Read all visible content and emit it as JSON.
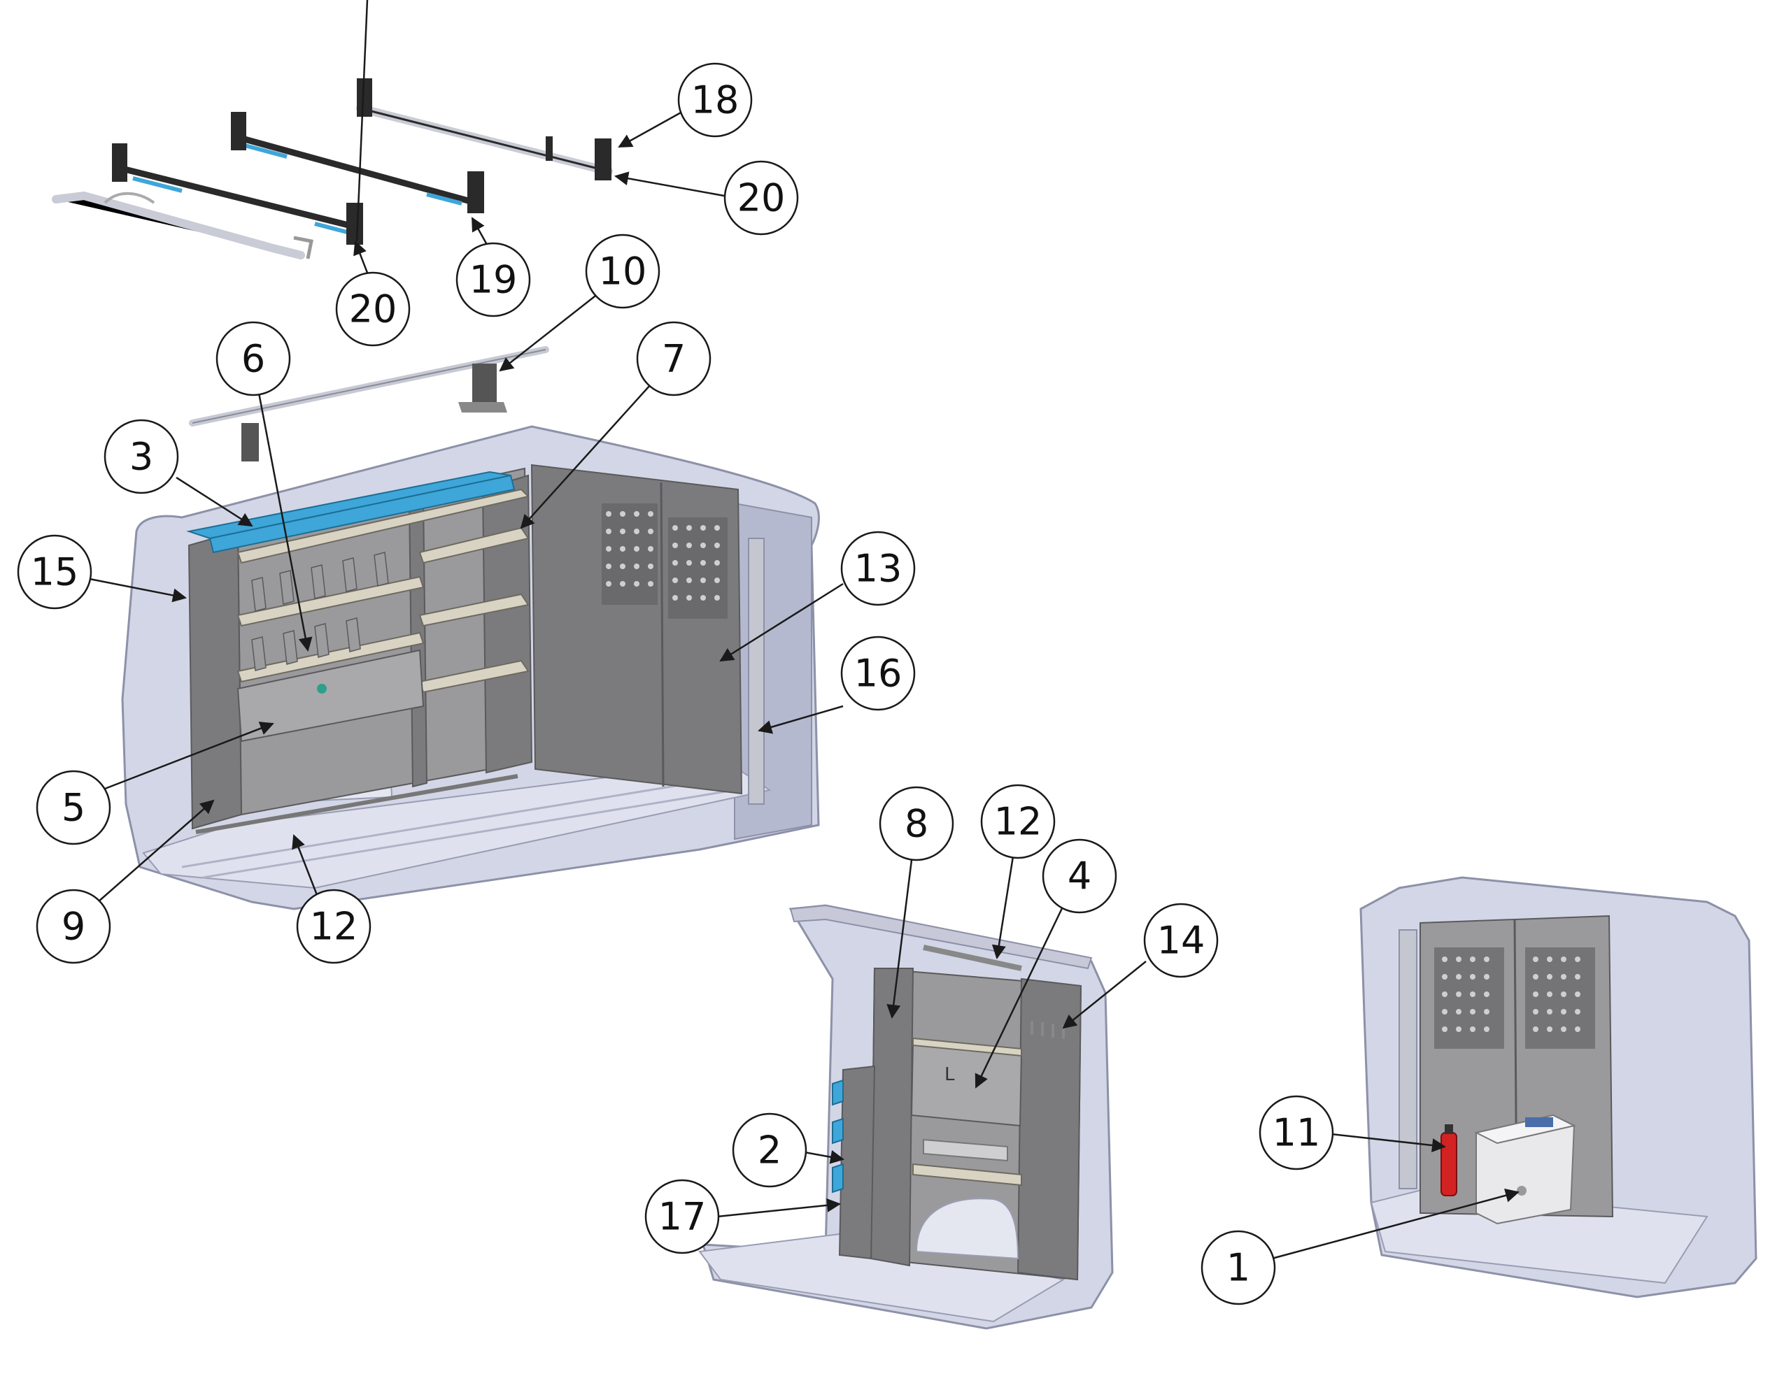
{
  "callouts": {
    "c1": "1",
    "c2": "2",
    "c3": "3",
    "c4": "4",
    "c5": "5",
    "c6": "6",
    "c7": "7",
    "c8": "8",
    "c9": "9",
    "c10": "10",
    "c11": "11",
    "c12a": "12",
    "c12b": "12",
    "c13": "13",
    "c14": "14",
    "c15": "15",
    "c16": "16",
    "c17": "17",
    "c18": "18",
    "c19": "19",
    "c20a": "20",
    "c20b": "20"
  },
  "colors": {
    "van_body": "#d3d6e6",
    "shelving_panel": "#7b7b7d",
    "shelf_tray": "#d9d3c3",
    "bin_tray": "#3ea6d8",
    "fire_extinguisher": "#d32222"
  }
}
